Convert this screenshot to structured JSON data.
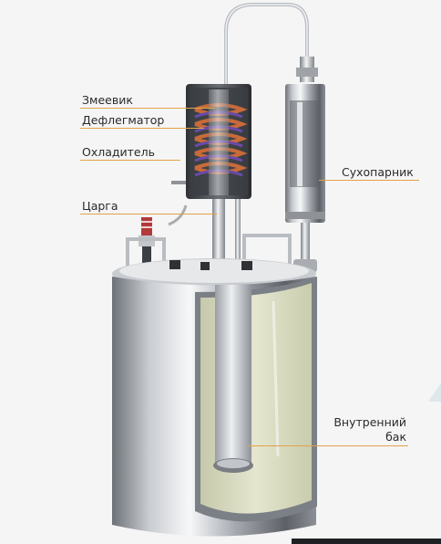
{
  "labels": {
    "zmeevik": "Змеевик",
    "deflegmator": "Дефлегматор",
    "okhladitel": "Охладитель",
    "tsarga": "Царга",
    "sukhoparnik": "Сухопарник",
    "bak_line1": "Внутренний",
    "bak_line2": "бак"
  },
  "colors": {
    "leader": "#e3a24a",
    "background": "#f5f5f5",
    "steel_dark": "#8a8f96",
    "steel_light": "#f2f3f5",
    "coil_copper": "#c86a3a",
    "coil_purple": "#6a4aa8",
    "liquid": "#d9dcc0"
  },
  "icons": [
    "distiller-illustration"
  ]
}
